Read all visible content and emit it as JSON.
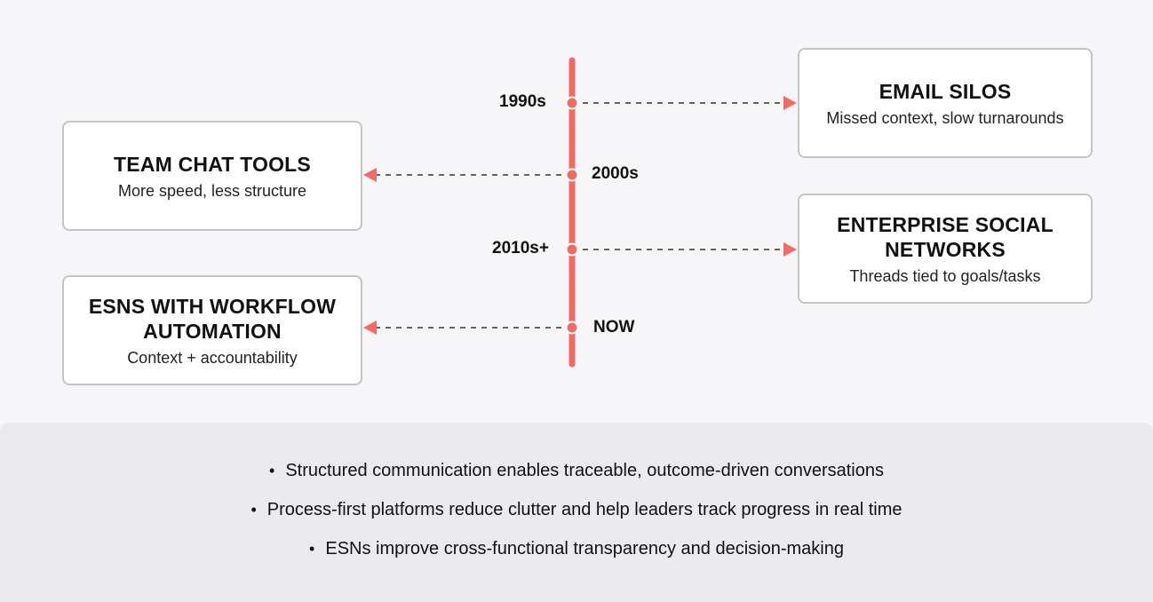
{
  "timeline": {
    "accent_color": "#f26b63",
    "eras": [
      {
        "label": "1990s",
        "title": "EMAIL SILOS",
        "description": "Missed context, slow turnarounds",
        "side": "right"
      },
      {
        "label": "2000s",
        "title": "TEAM CHAT TOOLS",
        "description": "More speed, less structure",
        "side": "left"
      },
      {
        "label": "2010s+",
        "title": "ENTERPRISE SOCIAL NETWORKS",
        "description": "Threads tied to goals/tasks",
        "side": "right"
      },
      {
        "label": "NOW",
        "title": "ESNS WITH WORKFLOW AUTOMATION",
        "description": "Context + accountability",
        "side": "left"
      }
    ]
  },
  "takeaways": {
    "items": [
      "Structured communication enables traceable, outcome-driven conversations",
      "Process-first platforms reduce clutter and help leaders track progress in real time",
      "ESNs improve cross-functional transparency and decision-making"
    ]
  }
}
